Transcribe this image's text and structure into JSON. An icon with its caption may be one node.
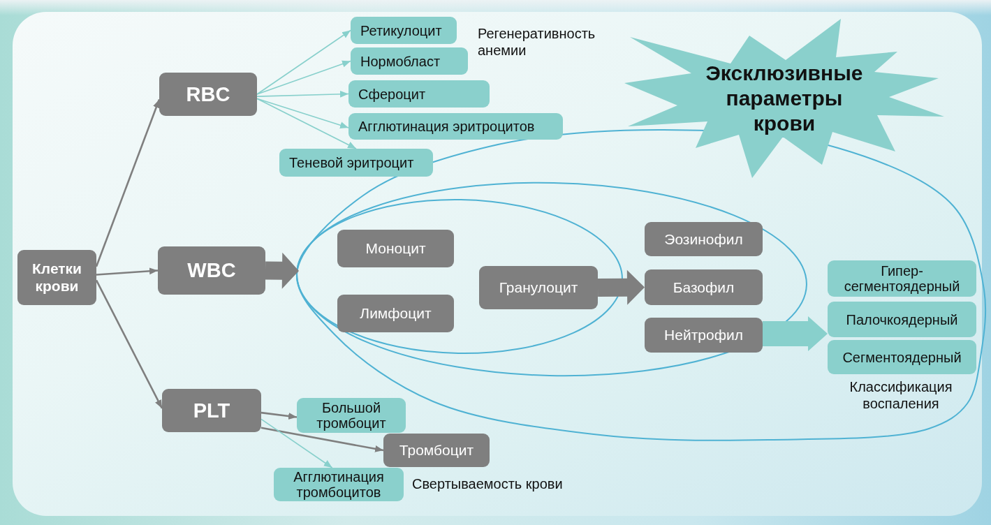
{
  "diagram": {
    "nodes": [
      {
        "text": [
          "Клетки крови"
        ]
      },
      {
        "text": [
          "RBC"
        ]
      },
      {
        "text": [
          "WBC"
        ]
      },
      {
        "text": [
          "PLT"
        ]
      },
      {
        "text": [
          "Ретикулоцит"
        ]
      },
      {
        "text": [
          "Нормобласт"
        ]
      },
      {
        "text": [
          "Сфероцит"
        ]
      },
      {
        "text": [
          "Агглютинация эритроцитов"
        ]
      },
      {
        "text": [
          "Теневой эритроцит"
        ]
      },
      {
        "text": [
          "Моноцит"
        ]
      },
      {
        "text": [
          "Лимфоцит"
        ]
      },
      {
        "text": [
          "Гранулоцит"
        ]
      },
      {
        "text": [
          "Эозинофил"
        ]
      },
      {
        "text": [
          "Базофил"
        ]
      },
      {
        "text": [
          "Нейтрофил"
        ]
      },
      {
        "text": [
          "Гипер- сегментоядерный"
        ]
      },
      {
        "text": [
          "Палочкоядерный"
        ]
      },
      {
        "text": [
          "Сегментоядерный"
        ]
      },
      {
        "text": [
          "Большой тромбоцит"
        ]
      },
      {
        "text": [
          "Тромбоцит"
        ]
      },
      {
        "text": [
          "Агглютинация тромбоцитов"
        ]
      },
      {
        "text": [
          "Эксклюзивные параметры крови"
        ]
      }
    ],
    "edges": [
      {
        "from": 0,
        "to": 1,
        "arrow": "to",
        "color": "#7f7f7f"
      },
      {
        "from": 0,
        "to": 2,
        "arrow": "to",
        "color": "#7f7f7f"
      },
      {
        "from": 0,
        "to": 3,
        "arrow": "to",
        "color": "#7f7f7f"
      },
      {
        "from": 1,
        "to": 4,
        "arrow": "to",
        "color": "#88d0cc"
      },
      {
        "from": 1,
        "to": 5,
        "arrow": "to",
        "color": "#88d0cc"
      },
      {
        "from": 1,
        "to": 6,
        "arrow": "to",
        "color": "#88d0cc"
      },
      {
        "from": 1,
        "to": 7,
        "arrow": "to",
        "color": "#88d0cc"
      },
      {
        "from": 1,
        "to": 8,
        "arrow": "to",
        "color": "#88d0cc"
      },
      {
        "from": 2,
        "to": null,
        "arrow": "to",
        "style": "thick",
        "color": "#7f7f7f"
      },
      {
        "from": 11,
        "to": 13,
        "arrow": "to",
        "style": "thick",
        "color": "#7f7f7f"
      },
      {
        "from": 14,
        "to": 16,
        "arrow": "to",
        "style": "thick",
        "color": "#88d0cc"
      },
      {
        "from": 3,
        "to": 18,
        "arrow": "to",
        "color": "#7f7f7f"
      },
      {
        "from": 3,
        "to": 19,
        "arrow": "to",
        "color": "#7f7f7f"
      },
      {
        "from": 3,
        "to": 20,
        "arrow": "to",
        "color": "#88d0cc"
      }
    ],
    "labels": [
      "Регенеративность анемии",
      "Классификация воспаления",
      "Свертываемость крови"
    ]
  }
}
